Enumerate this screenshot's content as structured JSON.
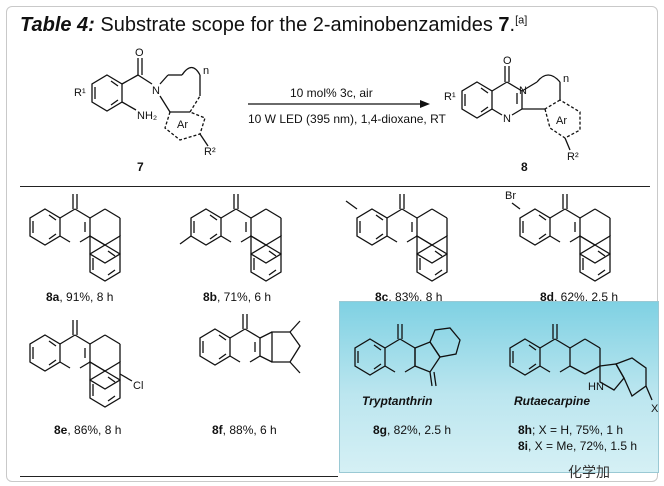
{
  "title": {
    "label": "Table 4:",
    "text": "Substrate scope for the 2-aminobenzamides",
    "compound": "7",
    "period": ".",
    "footnote": "[a]"
  },
  "reaction": {
    "condition_top": "10 mol% 3c,  air",
    "condition_bottom": "10 W LED (395 nm), 1,4-dioxane, RT",
    "reactant_label": "7",
    "product_label": "8",
    "atoms": {
      "r1": "R¹",
      "nh2": "NH₂",
      "ar": "Ar",
      "r2": "R²",
      "n": "n",
      "o": "O",
      "n_atom": "N"
    }
  },
  "products": [
    {
      "id": "8a",
      "text": ", 91%, 8 h"
    },
    {
      "id": "8b",
      "text": ", 71%, 6 h"
    },
    {
      "id": "8c",
      "text": ", 83%, 8 h"
    },
    {
      "id": "8d",
      "text": ", 62%, 2.5 h"
    },
    {
      "id": "8e",
      "text": ", 86%, 8 h"
    },
    {
      "id": "8f",
      "text": ", 88%, 6 h"
    },
    {
      "id": "8g",
      "text": ", 82%, 2.5 h"
    },
    {
      "id": "8h",
      "text": "; X = H, 75%, 1 h"
    },
    {
      "id": "8i",
      "text": ", X = Me, 72%, 1.5 h"
    }
  ],
  "substituents": {
    "br": "Br",
    "cl": "Cl",
    "x": "X",
    "hn": "HN"
  },
  "natural_products": {
    "tryptanthrin": "Tryptanthrin",
    "rutaecarpine": "Rutaecarpine"
  },
  "watermark": "化学加"
}
